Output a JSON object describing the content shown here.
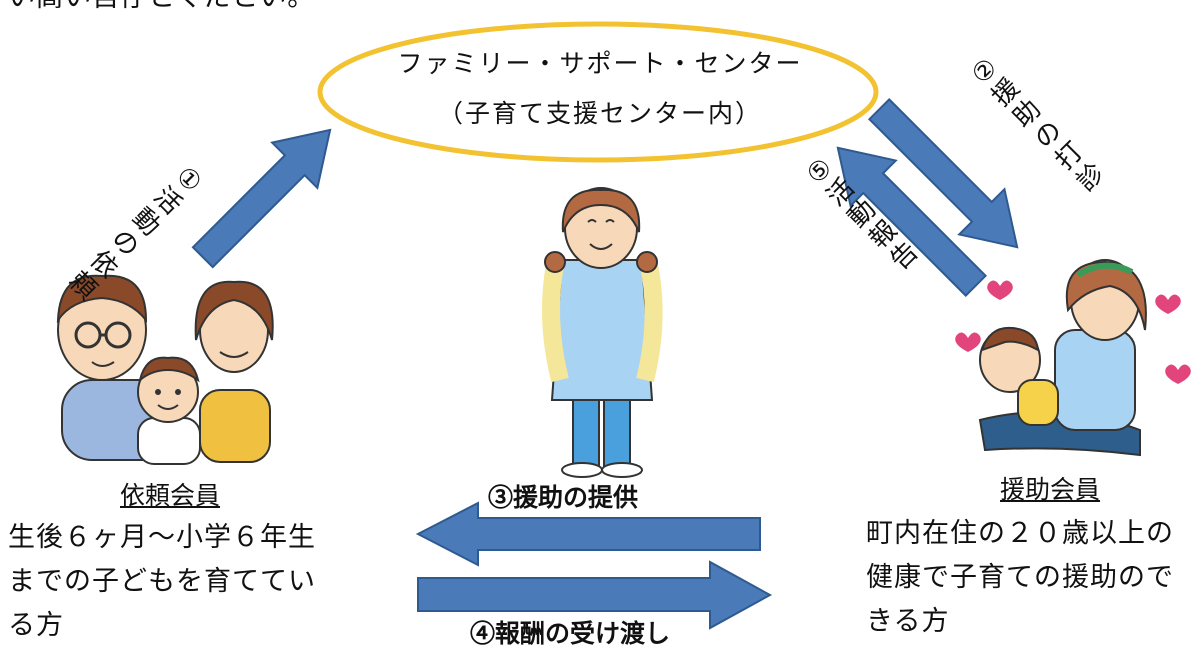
{
  "top_line": "い高い自仔とくたとい。",
  "center": {
    "line1": "ファミリー・サポート・センター",
    "line2": "（子育て支援センター内）"
  },
  "step1": {
    "num": "①",
    "chars": [
      "活",
      "動",
      "の",
      "依",
      "頼"
    ]
  },
  "step2": {
    "num": "②",
    "chars": [
      "援",
      "助",
      "の",
      "打",
      "診"
    ]
  },
  "step5": {
    "num": "⑤",
    "chars": [
      "活",
      "動",
      "報",
      "告"
    ]
  },
  "step3": "③援助の提供",
  "step4": "④報酬の受け渡し",
  "requester": {
    "title": "依頼会員",
    "lines": [
      "生後６ヶ月～小学６年生",
      "までの子どもを育ててい",
      "る方"
    ]
  },
  "helper": {
    "title": "援助会員",
    "lines": [
      "町内在住の２０歳以上の",
      "健康で子育ての援助ので",
      "きる方"
    ]
  },
  "colors": {
    "ellipse": "#f2c230",
    "arrow": "#4a7ab8",
    "arrow_edge": "#2f5a90",
    "heart": "#e2447c"
  }
}
